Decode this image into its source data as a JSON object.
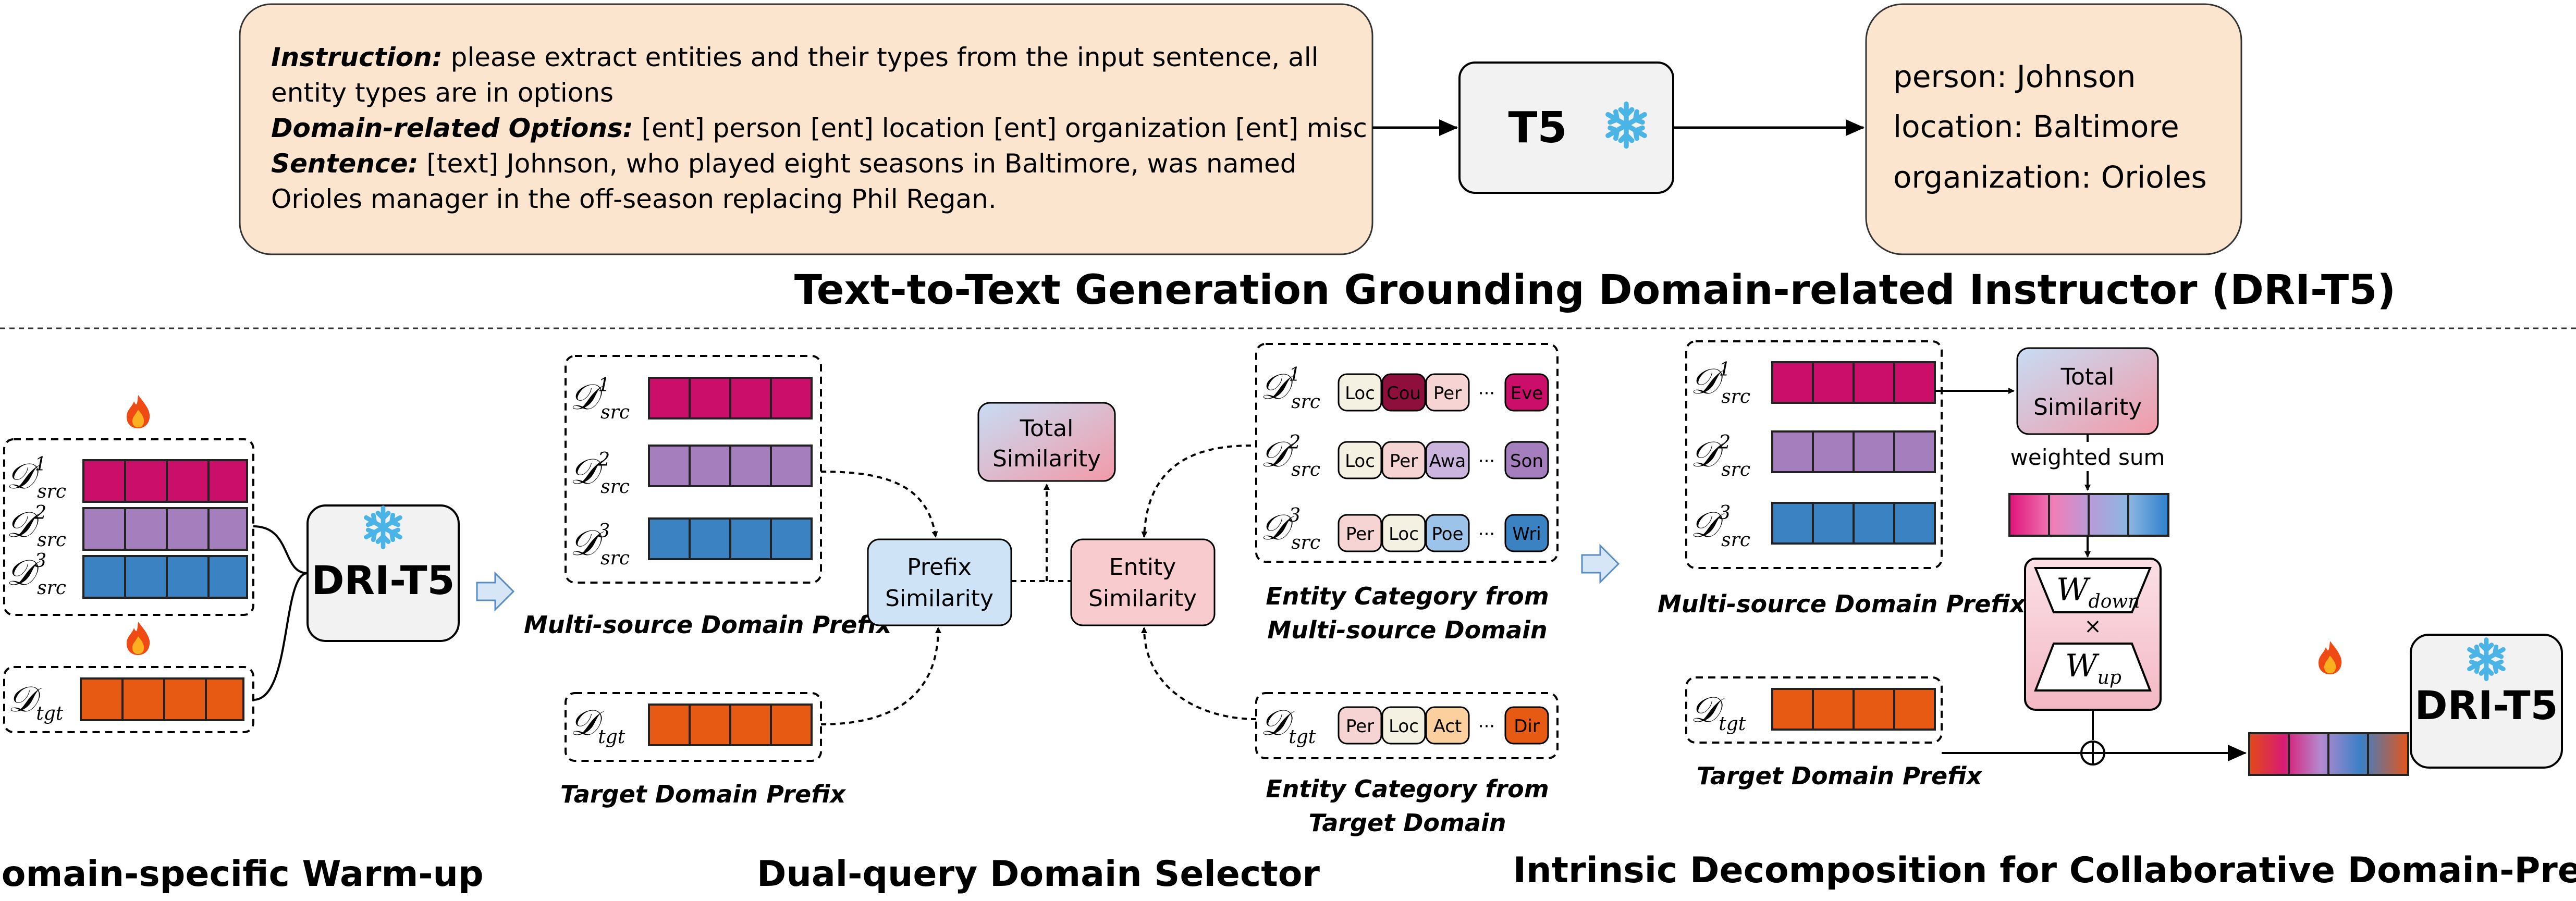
{
  "top": {
    "prompt": {
      "instruction_label": "Instruction:",
      "instruction_line1": " please extract entities and their types from the input sentence, all",
      "instruction_line2": "entity types are in options",
      "options_label": "Domain-related Options:",
      "options_text": " [ent] person [ent] location [ent] organization [ent] misc",
      "sentence_label": "Sentence:",
      "sentence_line1": " [text] Johnson, who played eight seasons in Baltimore, was named",
      "sentence_line2": "Orioles manager in the off-season replacing Phil Regan."
    },
    "model_label": "T5",
    "outputs": [
      "person: Johnson",
      "location: Baltimore",
      "organization: Orioles"
    ],
    "title": "Text-to-Text Generation Grounding Domain-related Instructor (DRI-T5)"
  },
  "domain_labels": {
    "D": "𝒟",
    "src": "src",
    "tgt": "tgt",
    "sup1": "1",
    "sup2": "2",
    "sup3": "3"
  },
  "warmup": {
    "model_label": "DRI-T5",
    "caption": "Domain-specific Warm-up"
  },
  "selector": {
    "multi_prefix_caption": "Multi-source Domain Prefix",
    "target_prefix_caption": "Target Domain Prefix",
    "prefix_similarity": [
      "Prefix",
      "Similarity"
    ],
    "entity_similarity": [
      "Entity",
      "Similarity"
    ],
    "total_similarity": [
      "Total",
      "Similarity"
    ],
    "src1_entities": [
      "Loc",
      "Cou",
      "Per",
      "Eve"
    ],
    "src2_entities": [
      "Loc",
      "Per",
      "Awa",
      "Son"
    ],
    "src3_entities": [
      "Per",
      "Loc",
      "Poe",
      "Wri"
    ],
    "tgt_entities": [
      "Per",
      "Loc",
      "Act",
      "Dir"
    ],
    "ellipsis": "···",
    "entity_multi_caption": [
      "Entity Category from",
      "Multi-source Domain"
    ],
    "entity_target_caption": [
      "Entity Category from",
      "Target Domain"
    ],
    "caption": "Dual-query Domain Selector"
  },
  "decomp": {
    "total_similarity": [
      "Total",
      "Similarity"
    ],
    "weighted_sum": "weighted sum",
    "w_down": "W",
    "w_down_sub": "down",
    "times": "×",
    "w_up": "W",
    "w_up_sub": "up",
    "oplus": "⊕",
    "multi_prefix_caption": "Multi-source Domain Prefix",
    "target_prefix_caption": "Target Domain Prefix",
    "model_label": "DRI-T5",
    "caption": "Intrinsic Decomposition for Collaborative Domain-Prefix"
  },
  "icons": [
    "snowflake-icon",
    "fire-icon",
    "right-arrow-icon"
  ],
  "colors": {
    "src1": "#cc0e6b",
    "src2": "#a57fbd",
    "src3": "#3a82c2",
    "tgt": "#e65a14",
    "peach": "#fbe5cf",
    "model_box": "#f2f2f2",
    "snowflake": "#4ab4e6"
  }
}
